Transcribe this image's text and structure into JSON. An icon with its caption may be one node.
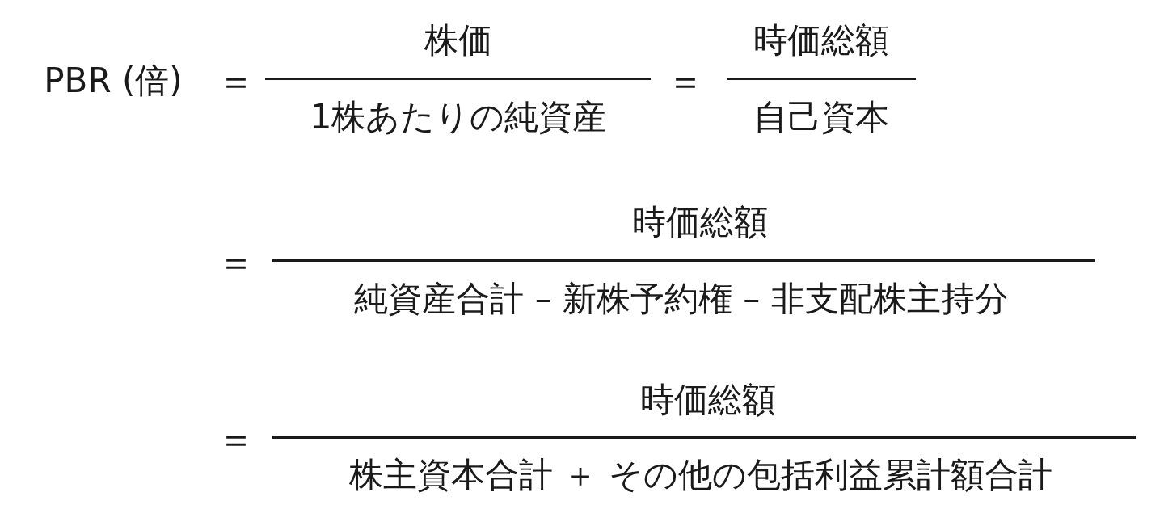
{
  "diagram": {
    "labels": [
      "PBR (倍)",
      "＝",
      "株価",
      "1株あたりの純資産",
      "＝",
      "時価総額",
      "自己資本",
      "＝",
      "時価総額",
      "純資産合計 – 新株予約権 – 非支配株主持分",
      "＝",
      "時価総額",
      "株主資本合計 ＋ その他の包括利益累計額合計"
    ]
  }
}
